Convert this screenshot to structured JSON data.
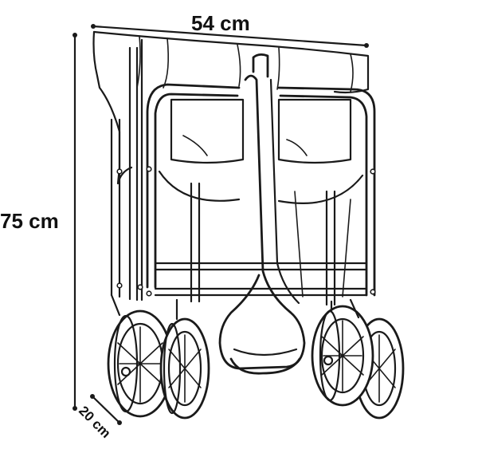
{
  "dimensions": {
    "width_label": "54 cm",
    "height_label": "75 cm",
    "depth_label": "20 cm"
  },
  "colors": {
    "stroke": "#1a1a1a",
    "background": "#ffffff"
  }
}
